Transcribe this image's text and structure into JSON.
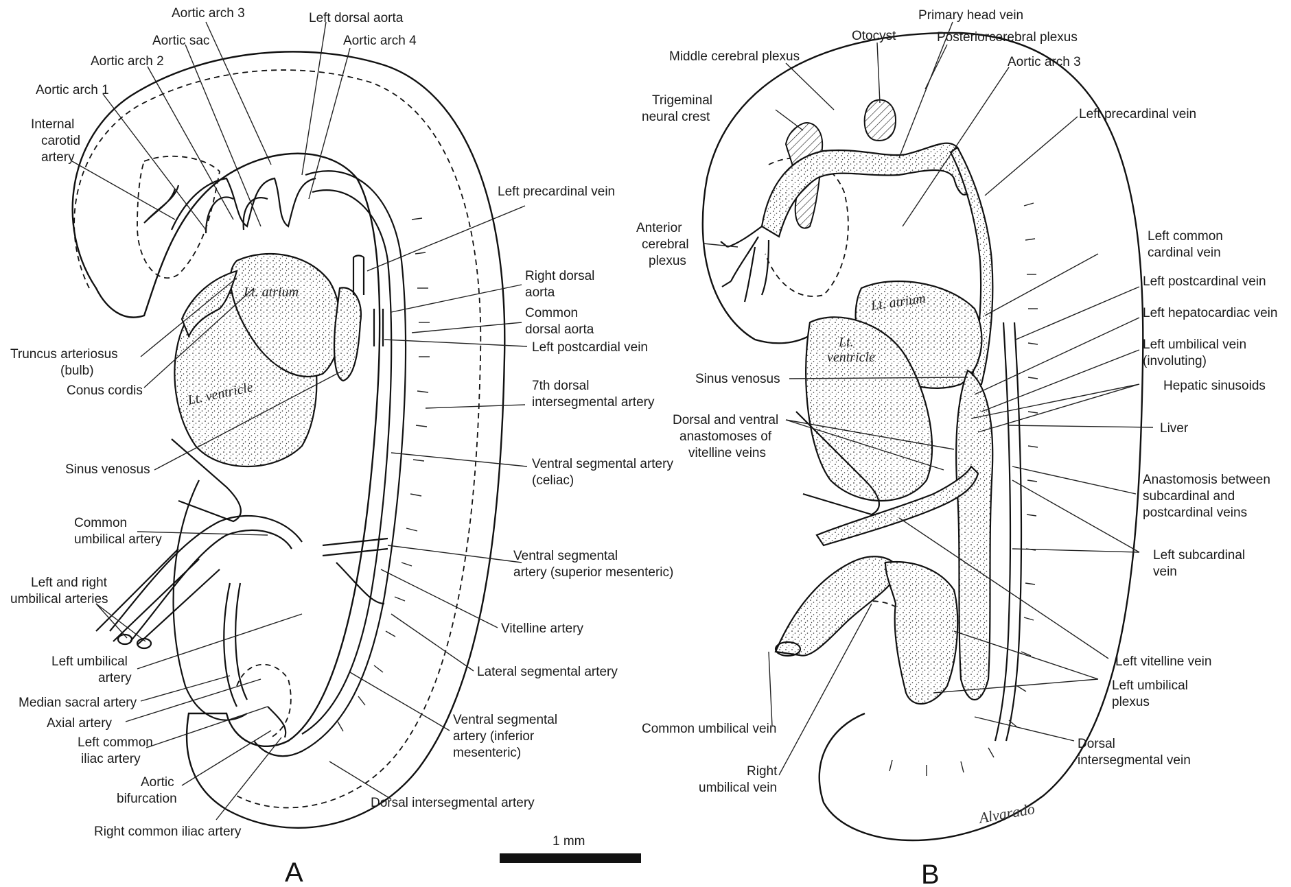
{
  "panel_a": {
    "letter": "A",
    "structures": {
      "atrium": "Lt. atrium",
      "ventricle": "Lt. ventricle"
    },
    "labels": {
      "aortic_arch_3": "Aortic arch 3",
      "left_dorsal_aorta": "Left dorsal aorta",
      "aortic_sac": "Aortic sac",
      "aortic_arch_4": "Aortic arch 4",
      "aortic_arch_2": "Aortic arch 2",
      "aortic_arch_1": "Aortic arch 1",
      "internal_carotid": [
        "Internal",
        "carotid",
        "artery"
      ],
      "left_precardinal_vein": "Left precardinal vein",
      "right_dorsal_aorta": [
        "Right dorsal",
        "aorta"
      ],
      "common_dorsal_aorta": [
        "Common",
        "dorsal aorta"
      ],
      "left_postcardial_vein": "Left postcardial vein",
      "truncus": [
        "Truncus arteriosus",
        "(bulb)"
      ],
      "conus_cordis": "Conus cordis",
      "seventh_dorsal": [
        "7th dorsal",
        "intersegmental artery"
      ],
      "sinus_venosus": "Sinus venosus",
      "ventral_celiac": [
        "Ventral segmental artery",
        "(celiac)"
      ],
      "common_umbilical_artery": [
        "Common",
        "umbilical artery"
      ],
      "ventral_sup_mes": [
        "Ventral segmental",
        "artery (superior mesenteric)"
      ],
      "left_right_umbilical": [
        "Left and right",
        "umbilical arteries"
      ],
      "vitelline_artery": "Vitelline artery",
      "left_umbilical_artery": [
        "Left umbilical",
        "artery"
      ],
      "lateral_segmental": "Lateral segmental artery",
      "median_sacral": "Median sacral artery",
      "axial_artery": "Axial artery",
      "ventral_inf_mes": [
        "Ventral segmental",
        "artery (inferior",
        "mesenteric)"
      ],
      "left_common_iliac": [
        "Left common",
        "iliac artery"
      ],
      "aortic_bifurcation": [
        "Aortic",
        "bifurcation"
      ],
      "dorsal_intersegmental_artery": "Dorsal intersegmental artery",
      "right_common_iliac": "Right common iliac artery"
    }
  },
  "panel_b": {
    "letter": "B",
    "structures": {
      "atrium": "Lt. atrium",
      "ventricle": [
        "Lt.",
        "ventricle"
      ]
    },
    "labels": {
      "primary_head_vein": "Primary head vein",
      "otocyst": "Otocyst",
      "posteriorcerebral_plexus": "Posteriorcerebral plexus",
      "middle_cerebral_plexus": "Middle cerebral plexus",
      "aortic_arch_3": "Aortic arch 3",
      "trigeminal": [
        "Trigeminal",
        "neural crest"
      ],
      "left_precardinal_vein": "Left precardinal vein",
      "anterior_cerebral": [
        "Anterior",
        "cerebral",
        "plexus"
      ],
      "left_common_cardinal": [
        "Left common",
        "cardinal vein"
      ],
      "left_postcardinal_vein": "Left postcardinal vein",
      "left_hepatocardiac_vein": "Left hepatocardiac vein",
      "left_umbilical_vein": [
        "Left umbilical vein",
        "(involuting)"
      ],
      "sinus_venosus": "Sinus venosus",
      "hepatic_sinusoids": "Hepatic sinusoids",
      "dorsal_ventral_anastomoses": [
        "Dorsal and ventral",
        "anastomoses of",
        "vitelline veins"
      ],
      "liver": "Liver",
      "anastomosis_between": [
        "Anastomosis between",
        "subcardinal and",
        "postcardinal veins"
      ],
      "left_subcardinal": [
        "Left subcardinal",
        "vein"
      ],
      "left_vitelline_vein": "Left vitelline vein",
      "left_umbilical_plexus": [
        "Left umbilical",
        "plexus"
      ],
      "common_umbilical_vein": "Common umbilical vein",
      "dorsal_intersegmental_vein": [
        "Dorsal",
        "intersegmental vein"
      ],
      "right_umbilical_vein": [
        "Right",
        "umbilical vein"
      ]
    }
  },
  "scale_bar": {
    "label": "1 mm"
  },
  "signature": "Alvarado"
}
